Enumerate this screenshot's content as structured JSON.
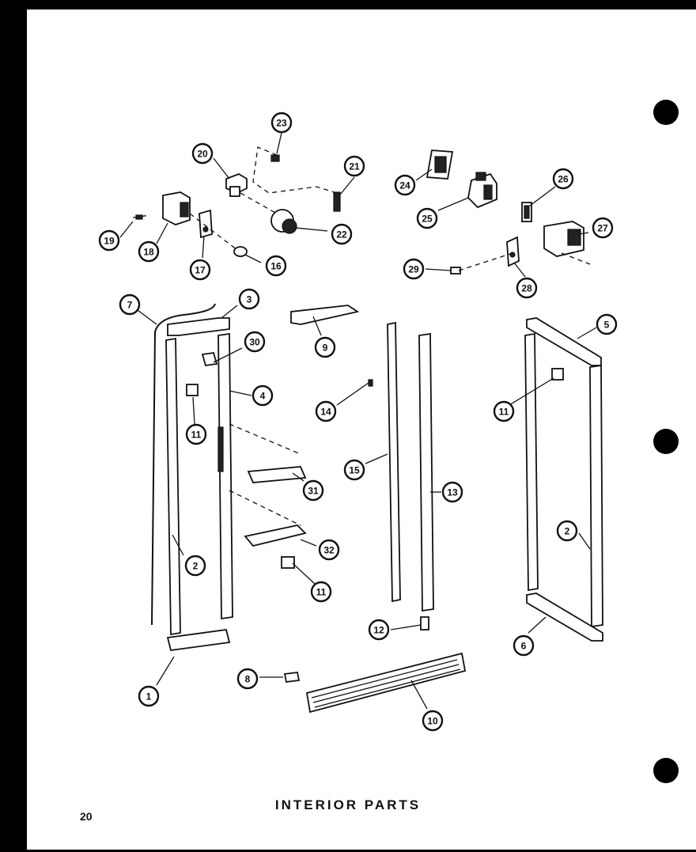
{
  "page": {
    "title": "INTERIOR PARTS",
    "page_number": "20"
  },
  "callouts": [
    {
      "id": "c23",
      "label": "23"
    },
    {
      "id": "c20",
      "label": "20"
    },
    {
      "id": "c21",
      "label": "21"
    },
    {
      "id": "c24",
      "label": "24"
    },
    {
      "id": "c26",
      "label": "26"
    },
    {
      "id": "c25",
      "label": "25"
    },
    {
      "id": "c27",
      "label": "27"
    },
    {
      "id": "c19",
      "label": "19"
    },
    {
      "id": "c18",
      "label": "18"
    },
    {
      "id": "c17",
      "label": "17"
    },
    {
      "id": "c16",
      "label": "16"
    },
    {
      "id": "c22",
      "label": "22"
    },
    {
      "id": "c29",
      "label": "29"
    },
    {
      "id": "c28",
      "label": "28"
    },
    {
      "id": "c7",
      "label": "7"
    },
    {
      "id": "c3",
      "label": "3"
    },
    {
      "id": "c9",
      "label": "9"
    },
    {
      "id": "c5",
      "label": "5"
    },
    {
      "id": "c30",
      "label": "30"
    },
    {
      "id": "c4",
      "label": "4"
    },
    {
      "id": "c14",
      "label": "14"
    },
    {
      "id": "c11a",
      "label": "11"
    },
    {
      "id": "c11b",
      "label": "11"
    },
    {
      "id": "c15",
      "label": "15"
    },
    {
      "id": "c31",
      "label": "31"
    },
    {
      "id": "c13",
      "label": "13"
    },
    {
      "id": "c2a",
      "label": "2"
    },
    {
      "id": "c2b",
      "label": "2"
    },
    {
      "id": "c32",
      "label": "32"
    },
    {
      "id": "c11c",
      "label": "11"
    },
    {
      "id": "c12",
      "label": "12"
    },
    {
      "id": "c6",
      "label": "6"
    },
    {
      "id": "c1",
      "label": "1"
    },
    {
      "id": "c8",
      "label": "8"
    },
    {
      "id": "c10",
      "label": "10"
    }
  ]
}
